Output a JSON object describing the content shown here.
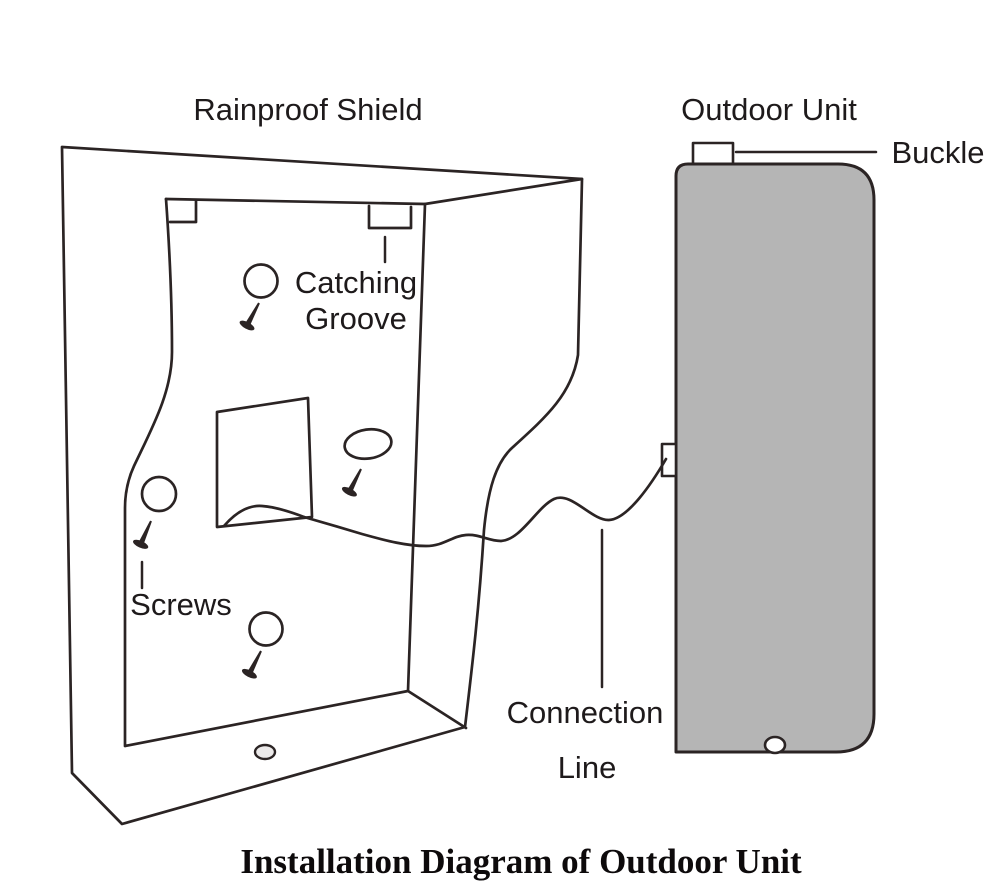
{
  "diagram": {
    "title": "Installation Diagram of Outdoor Unit",
    "labels": {
      "rainproof_shield": "Rainproof Shield",
      "outdoor_unit": "Outdoor Unit",
      "buckle": "Buckle",
      "catching_groove_line1": "Catching",
      "catching_groove_line2": "Groove",
      "screws": "Screws",
      "connection_line_line1": "Connection",
      "connection_line_line2": "Line"
    },
    "colors": {
      "line": "#2b2424",
      "unit_fill": "#b5b5b5",
      "background": "#ffffff"
    }
  }
}
